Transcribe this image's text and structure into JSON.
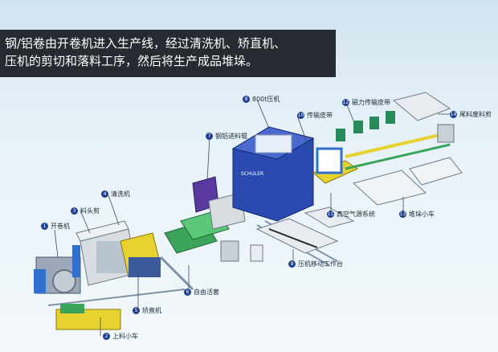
{
  "caption": {
    "line1": "钢/铝卷由开卷机进入生产线，经过清洗机、矫直机、",
    "line2": "压机的剪切和落料工序，然后将生产成品堆垛。"
  },
  "press_brand": "SCHULER",
  "labels": [
    {
      "id": "1",
      "text": "开卷机"
    },
    {
      "id": "2",
      "text": "上料小车"
    },
    {
      "id": "3",
      "text": "料头剪"
    },
    {
      "id": "4",
      "text": "清洗机"
    },
    {
      "id": "5",
      "text": "矫直机"
    },
    {
      "id": "6",
      "text": "自由活套"
    },
    {
      "id": "7",
      "text": "钢铝进料辊"
    },
    {
      "id": "8",
      "text": "800t压机"
    },
    {
      "id": "9",
      "text": "压机移动工作台"
    },
    {
      "id": "10",
      "text": "传输皮带"
    },
    {
      "id": "11",
      "text": "真空气源系统"
    },
    {
      "id": "12",
      "text": "磁力传输皮带"
    },
    {
      "id": "13",
      "text": "堆垛小车"
    },
    {
      "id": "14",
      "text": "尾料废料剪"
    }
  ],
  "colors": {
    "accent": "#1f3f8f",
    "press": "#2a4ab0",
    "machine": "#3f6fb0",
    "green": "#3aa55a",
    "yellow": "#e8d230",
    "purple": "#5a3aa0"
  }
}
